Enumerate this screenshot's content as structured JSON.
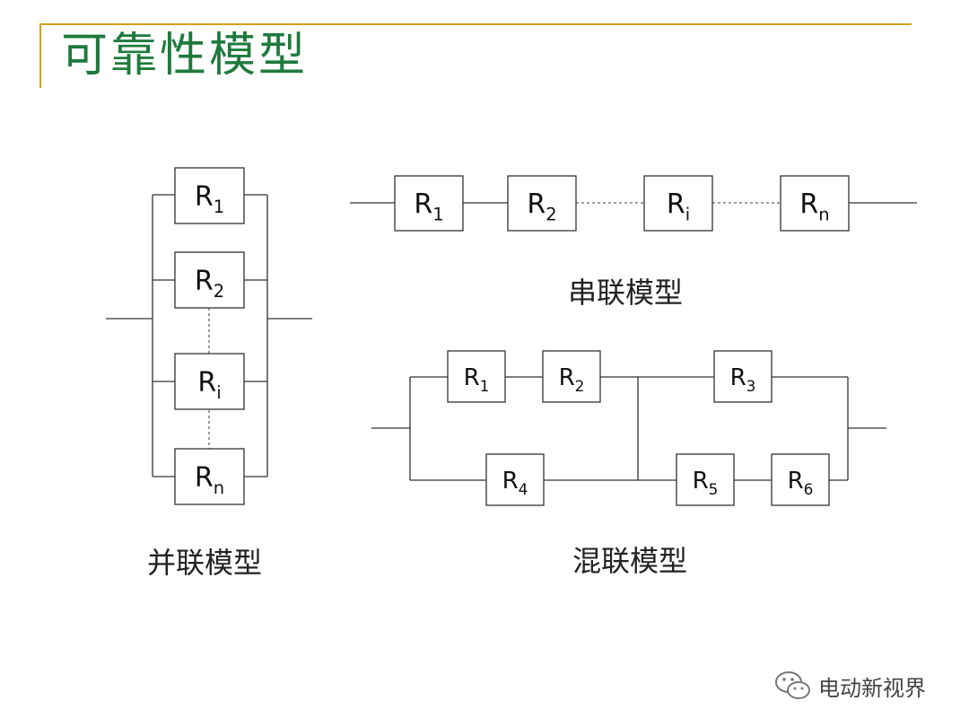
{
  "slide": {
    "title": "可靠性模型",
    "accent_color": "#d4a017",
    "title_color": "#1e7a3c"
  },
  "diagrams": {
    "parallel": {
      "caption": "并联模型",
      "blocks": [
        {
          "name": "R",
          "sub": "1"
        },
        {
          "name": "R",
          "sub": "2"
        },
        {
          "name": "R",
          "sub": "i"
        },
        {
          "name": "R",
          "sub": "n"
        }
      ]
    },
    "series": {
      "caption": "串联模型",
      "blocks": [
        {
          "name": "R",
          "sub": "1"
        },
        {
          "name": "R",
          "sub": "2"
        },
        {
          "name": "R",
          "sub": "i"
        },
        {
          "name": "R",
          "sub": "n"
        }
      ]
    },
    "mixed": {
      "caption": "混联模型",
      "blocks": [
        {
          "name": "R",
          "sub": "1"
        },
        {
          "name": "R",
          "sub": "2"
        },
        {
          "name": "R",
          "sub": "3"
        },
        {
          "name": "R",
          "sub": "4"
        },
        {
          "name": "R",
          "sub": "5"
        },
        {
          "name": "R",
          "sub": "6"
        }
      ]
    }
  },
  "watermark": {
    "text": "电动新视界",
    "icon": "wechat-icon"
  }
}
